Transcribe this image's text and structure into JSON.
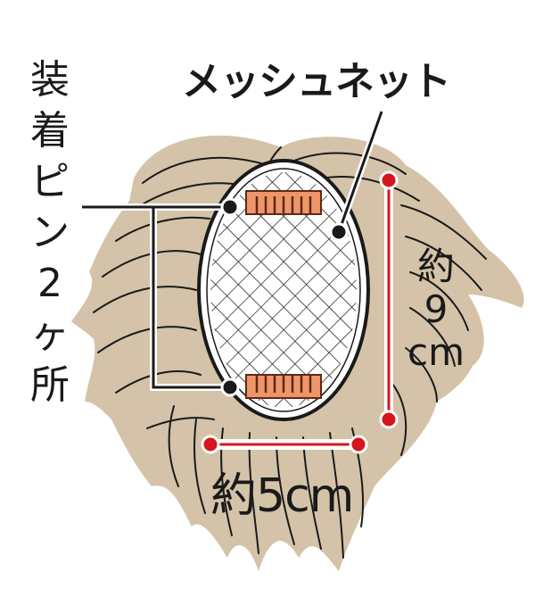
{
  "diagram": {
    "subject": "partial hairpiece top view",
    "labels": {
      "mesh_net": "メッシュネット",
      "pins": [
        "装",
        "着",
        "ピ",
        "ン",
        "2",
        "ヶ",
        "所"
      ],
      "pins_full": "装着ピン2ヶ所",
      "height": [
        "約",
        "9",
        "cm"
      ],
      "height_full": "約9cm",
      "width": "約5cm"
    },
    "measurements": {
      "height_cm": 9,
      "width_cm": 5,
      "pin_count": 2
    },
    "colors": {
      "hair": "#d4c3a8",
      "hair_stroke": "#1a1a1a",
      "mesh_fill": "#ffffff",
      "pin_fill": "#f0956a",
      "pin_stroke": "#5a2a14",
      "measure_line": "#d8141c",
      "leader_line": "#1a1a1a"
    }
  }
}
